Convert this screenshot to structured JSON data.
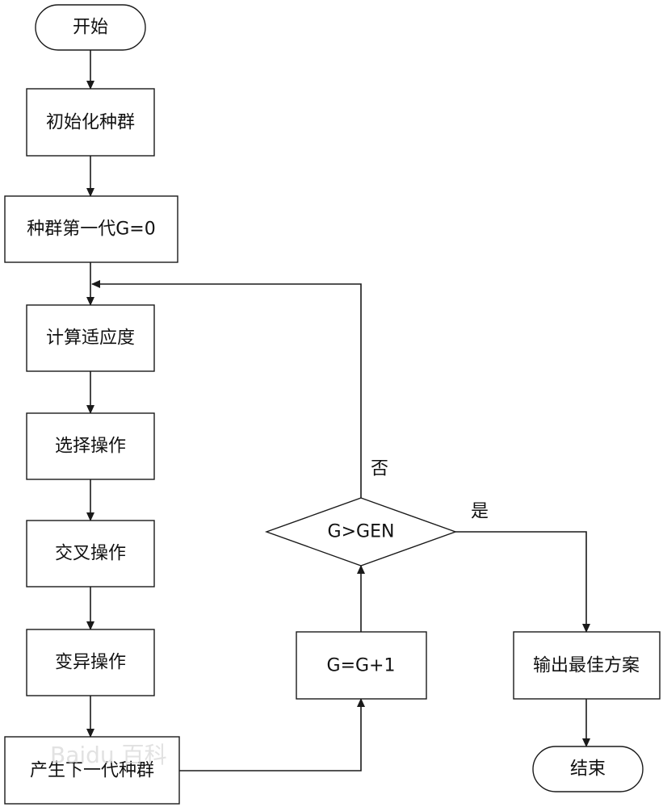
{
  "nodes": {
    "start": {
      "label": "开始",
      "shape": "terminal"
    },
    "init_population": {
      "label": "初始化种群",
      "shape": "process"
    },
    "first_generation": {
      "label": "种群第一代G=0",
      "shape": "process"
    },
    "compute_fitness": {
      "label": "计算适应度",
      "shape": "process"
    },
    "selection": {
      "label": "选择操作",
      "shape": "process"
    },
    "crossover": {
      "label": "交叉操作",
      "shape": "process"
    },
    "mutation": {
      "label": "变异操作",
      "shape": "process"
    },
    "next_generation": {
      "label": "产生下一代种群",
      "shape": "process"
    },
    "increment": {
      "label": "G=G+1",
      "shape": "process"
    },
    "condition": {
      "label": "G>GEN",
      "shape": "decision"
    },
    "output_best": {
      "label": "输出最佳方案",
      "shape": "process"
    },
    "end": {
      "label": "结束",
      "shape": "terminal"
    }
  },
  "edges": [
    {
      "from": "start",
      "to": "init_population"
    },
    {
      "from": "init_population",
      "to": "first_generation"
    },
    {
      "from": "first_generation",
      "to": "compute_fitness"
    },
    {
      "from": "compute_fitness",
      "to": "selection"
    },
    {
      "from": "selection",
      "to": "crossover"
    },
    {
      "from": "crossover",
      "to": "mutation"
    },
    {
      "from": "mutation",
      "to": "next_generation"
    },
    {
      "from": "next_generation",
      "to": "increment"
    },
    {
      "from": "increment",
      "to": "condition"
    },
    {
      "from": "condition",
      "to": "compute_fitness",
      "label": "否"
    },
    {
      "from": "condition",
      "to": "output_best",
      "label": "是"
    },
    {
      "from": "output_best",
      "to": "end"
    }
  ],
  "watermark": "Baidu 百科",
  "colors": {
    "stroke": "#1a1a1a",
    "fill": "#ffffff",
    "text": "#111111"
  }
}
